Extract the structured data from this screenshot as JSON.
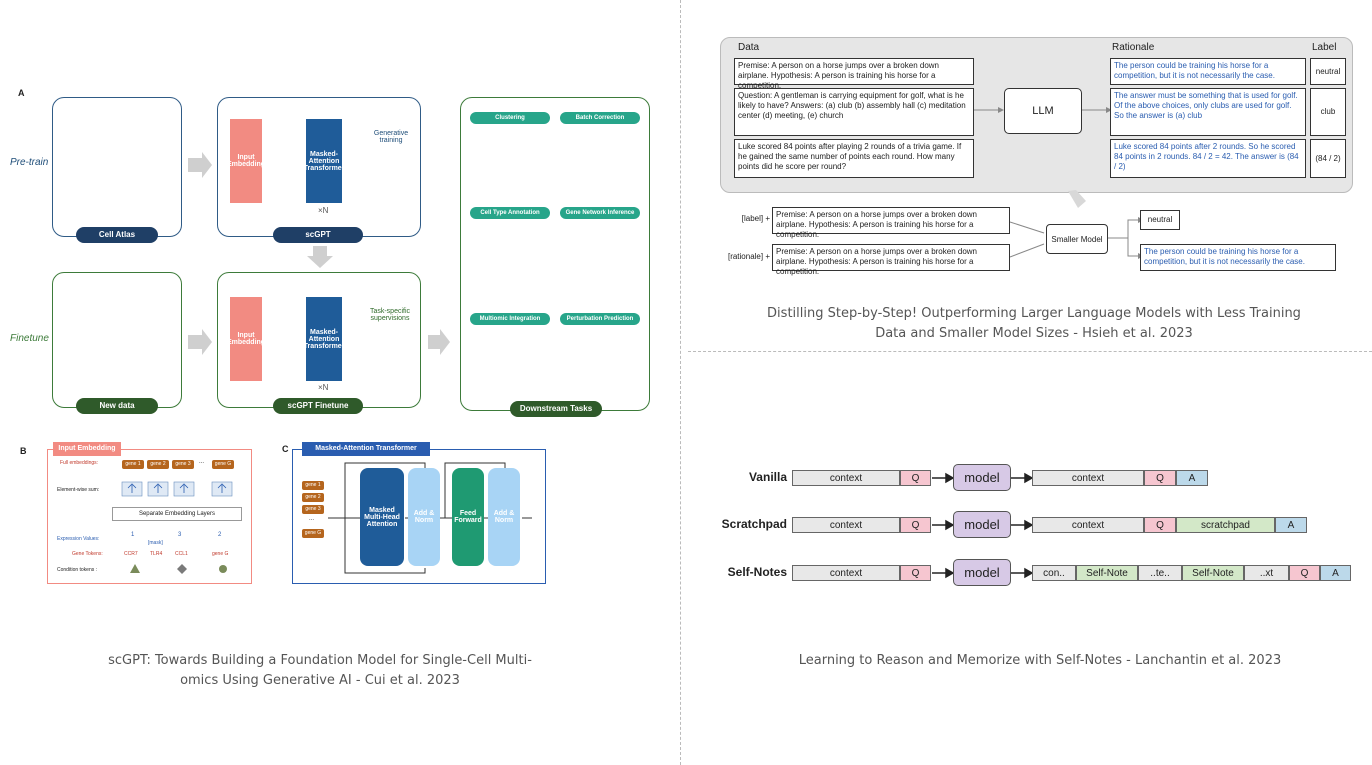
{
  "captions": {
    "scgpt": "scGPT: Towards Building a Foundation Model for Single-Cell Multi-omics Using Generative AI - Cui et al. 2023",
    "distill": "Distilling Step-by-Step! Outperforming Larger Language Models with Less Training Data and Smaller Model Sizes - Hsieh et al. 2023",
    "selfnotes": "Learning to Reason and Memorize with Self-Notes - Lanchantin et al. 2023"
  },
  "scgpt": {
    "panel_a": "A",
    "panel_b": "B",
    "panel_c": "C",
    "pretrain": "Pre-train",
    "finetune": "Finetune",
    "cell_atlas": "Cell Atlas",
    "new_data": "New data",
    "scgpt_label": "scGPT",
    "scgpt_finetune": "scGPT Finetune",
    "input_embedding": "Input Embedding",
    "masked_transformer": "Masked-Attention Transformer",
    "xn": "×N",
    "generative_training": "Generative training",
    "task_specific": "Task-specific supervisions",
    "downstream": "Downstream Tasks",
    "tasks": [
      "Clustering",
      "Batch Correction",
      "Cell Type Annotation",
      "Gene Network Inference",
      "Multiomic Integration",
      "Perturbation Prediction"
    ],
    "embed_title": "Input Embedding",
    "full_embeddings": "Full embeddings:",
    "genes": [
      "gene 1",
      "gene 2",
      "gene 3",
      "...",
      "gene G"
    ],
    "elementwise": "Element-wise sum:",
    "separate_layers": "Separate Embedding Layers",
    "expr_values": "Expression Values:",
    "expr_items": [
      "1",
      "[mask]",
      "3",
      "2"
    ],
    "gene_tokens": "Gene Tokens:",
    "token_items": [
      "CCR7",
      "TLR4",
      "CCL1",
      "gene G"
    ],
    "condition_tokens": "Condition tokens :",
    "mat_title": "Masked-Attention Transformer",
    "mat_genes": [
      "gene 1",
      "gene 2",
      "gene 3",
      "...",
      "gene G"
    ],
    "mha": "Masked Multi-Head Attention",
    "addnorm": "Add & Norm",
    "ff": "Feed Forward"
  },
  "distill": {
    "hdr_data": "Data",
    "hdr_rationale": "Rationale",
    "hdr_label": "Label",
    "rows": [
      {
        "data": "Premise: A person on a horse jumps over a broken down airplane. Hypothesis: A person is training his horse for a competition.",
        "rationale": "The person could be training his horse for a competition, but it is not necessarily the case.",
        "label": "neutral"
      },
      {
        "data": "Question: A gentleman is carrying equipment for golf, what is he likely to have? Answers: (a) club (b) assembly hall (c) meditation center (d) meeting, (e) church",
        "rationale": "The answer must be something that is used for golf. Of the above choices, only clubs are used for golf. So the answer is (a) club",
        "label": "club"
      },
      {
        "data": "Luke scored 84 points after playing 2 rounds of a trivia game. If he gained the same number of points each round. How many points did he score per round?",
        "rationale": "Luke scored 84 points after 2 rounds. So he scored 84 points in 2 rounds. 84 / 2 = 42. The answer is (84 / 2)",
        "label": "(84 / 2)"
      }
    ],
    "llm": "LLM",
    "label_tag": "[label] +",
    "rationale_tag": "[rationale] +",
    "input_text": "Premise: A person on a horse jumps over a broken down airplane. Hypothesis: A person is training his horse for a competition.",
    "small_model": "Smaller Model",
    "out_label": "neutral",
    "out_rationale": "The person could be training his horse for a competition, but it is not necessarily the case."
  },
  "selfnotes": {
    "rows": [
      {
        "label": "Vanilla",
        "input": [
          "context",
          "Q"
        ],
        "model": "model",
        "output": [
          "context",
          "Q",
          "A"
        ]
      },
      {
        "label": "Scratchpad",
        "input": [
          "context",
          "Q"
        ],
        "model": "model",
        "output": [
          "context",
          "Q",
          "scratchpad",
          "A"
        ]
      },
      {
        "label": "Self-Notes",
        "input": [
          "context",
          "Q"
        ],
        "model": "model",
        "output": [
          "con..",
          "Self-Note",
          "..te..",
          "Self-Note",
          "..xt",
          "Q",
          "A"
        ]
      }
    ],
    "colors": {
      "context": "#e8e8e8",
      "Q": "#f6c6d0",
      "A": "#bcd9ea",
      "note": "#d3e8c8",
      "model": "#d7c9e6"
    }
  }
}
